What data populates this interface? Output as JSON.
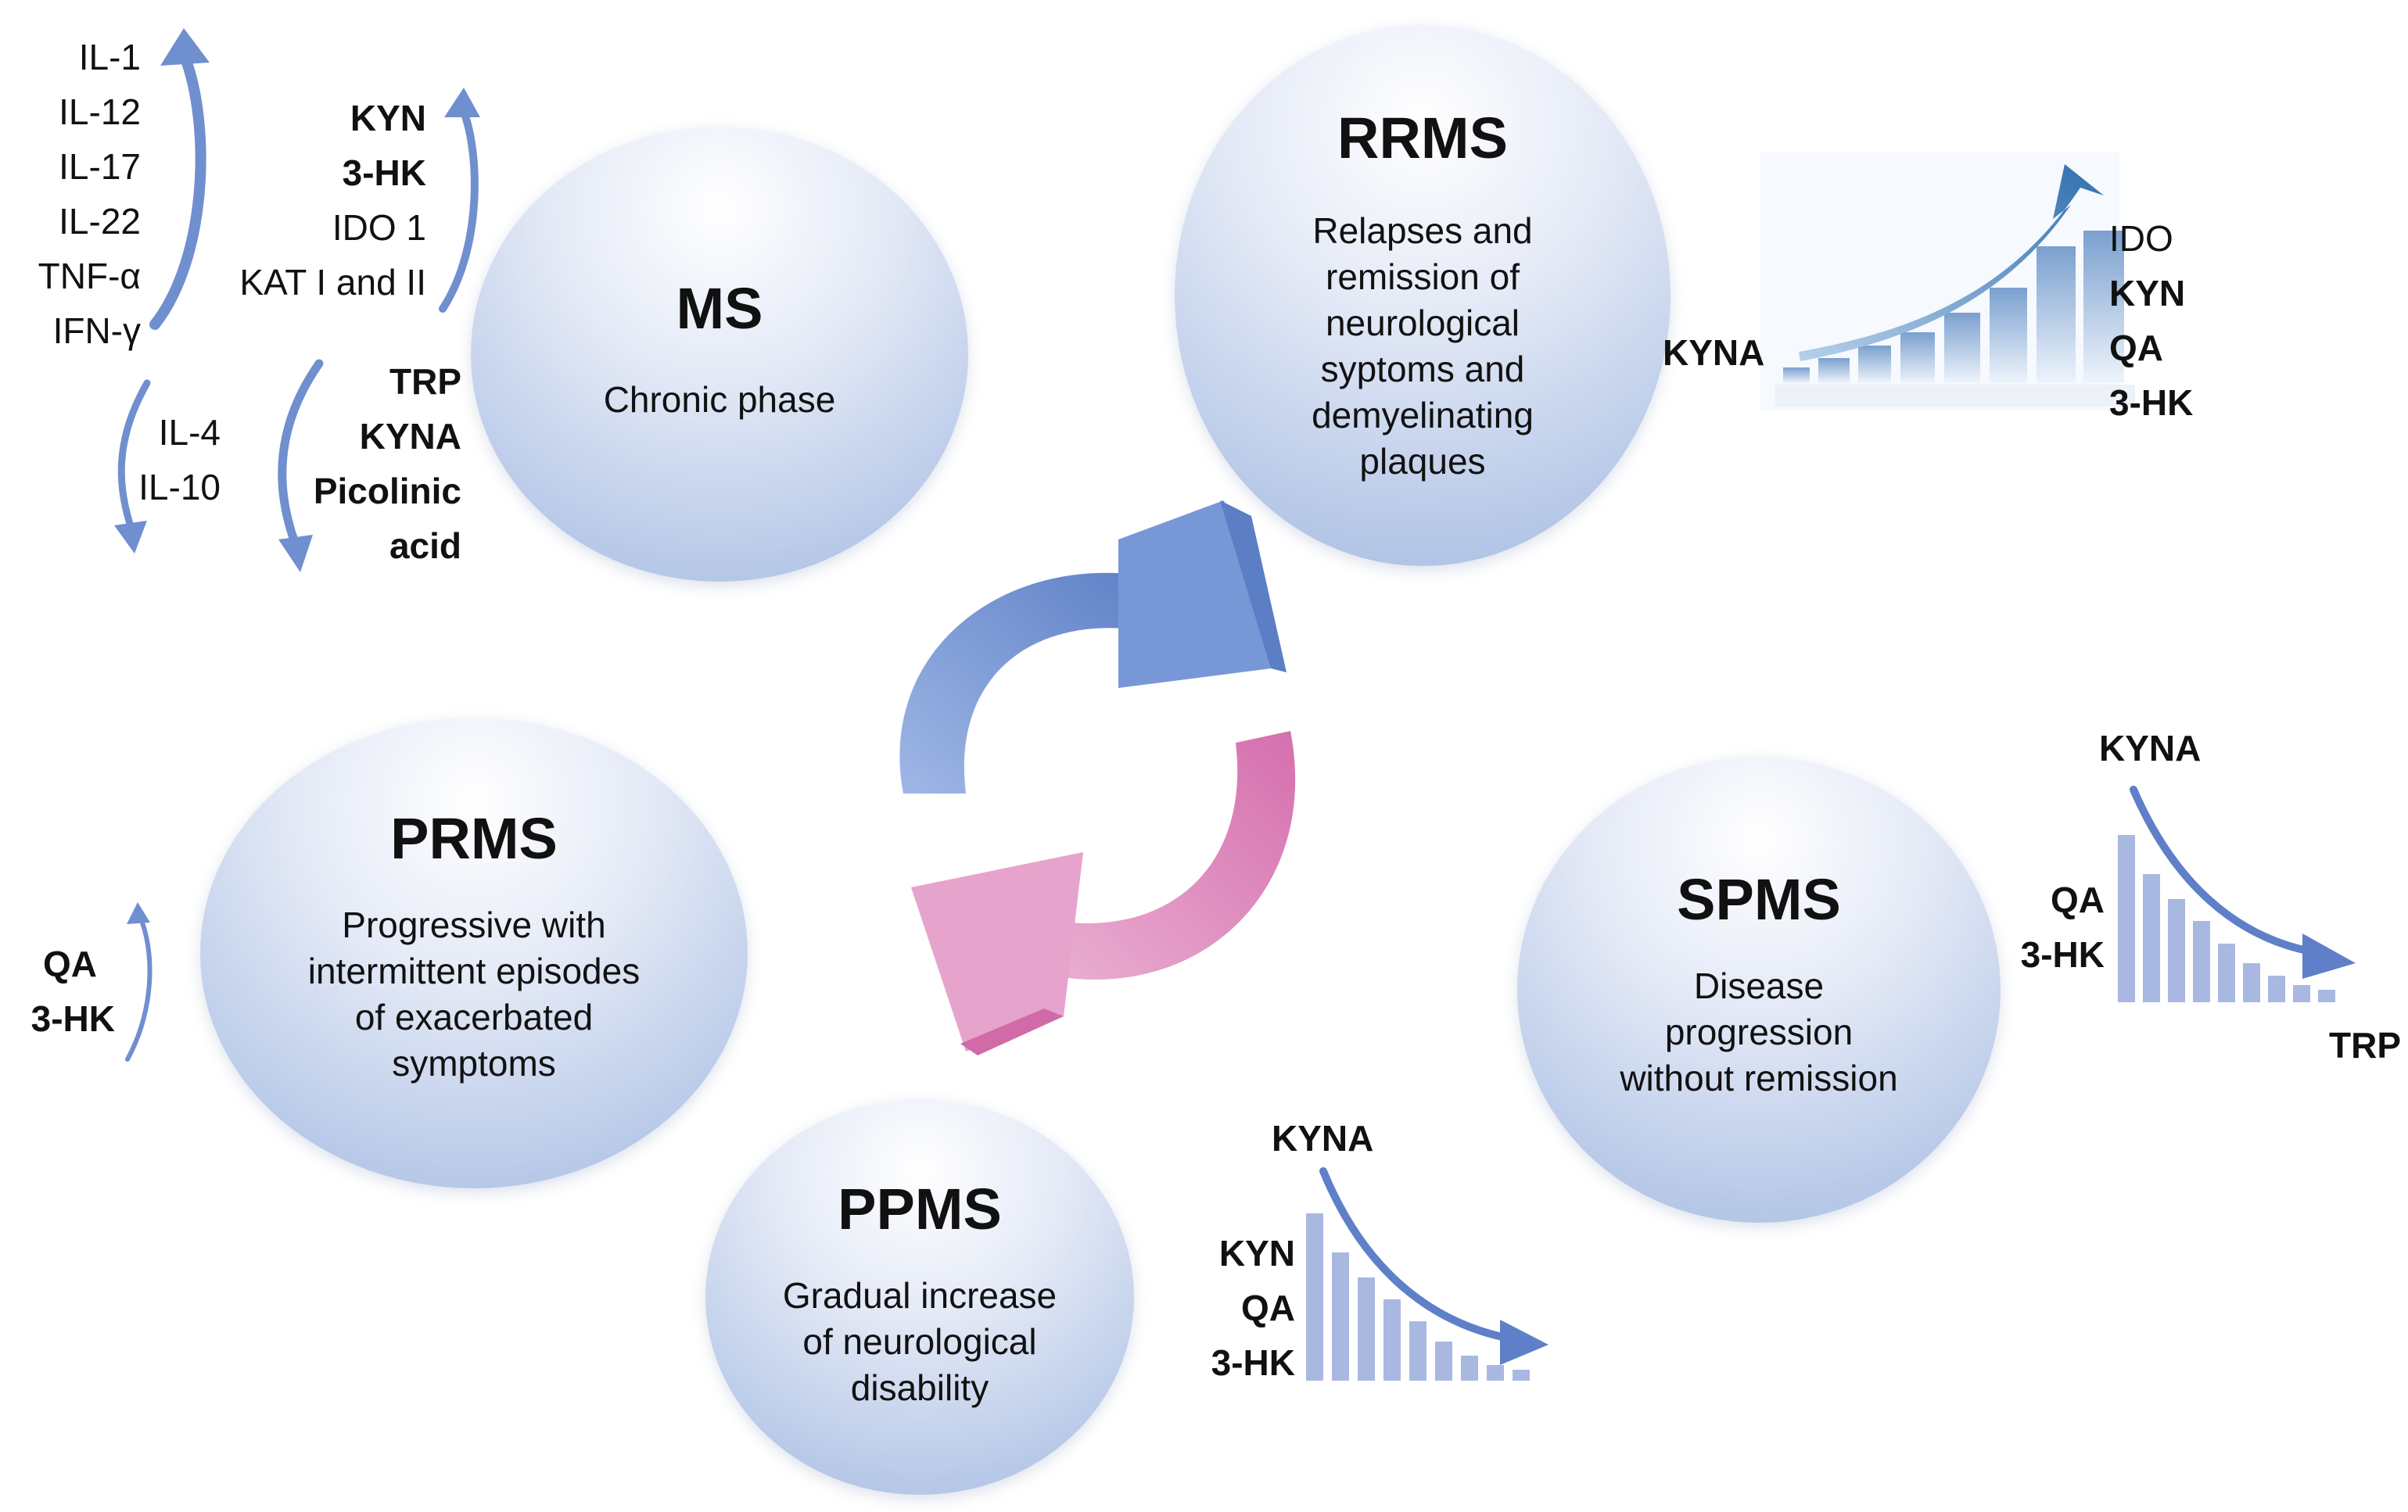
{
  "center": {
    "ms": {
      "title": "MS",
      "desc": "Chronic phase"
    },
    "rrms": {
      "title": "RRMS",
      "desc": "Relapses and\nremission of\nneurological\nsyptoms and\ndemyelinating\nplaques"
    },
    "prms": {
      "title": "PRMS",
      "desc": "Progressive with\nintermittent episodes\nof exacerbated\nsymptoms"
    },
    "spms": {
      "title": "SPMS",
      "desc": "Disease\nprogression\nwithout remission"
    },
    "ppms": {
      "title": "PPMS",
      "desc": "Gradual increase\nof neurological\ndisability"
    }
  },
  "ms_markers": {
    "cytokines_up": [
      "IL-1",
      "IL-12",
      "IL-17",
      "IL-22",
      "TNF-α",
      "IFN-γ"
    ],
    "cytokines_down": [
      "IL-4",
      "IL-10"
    ],
    "metabolites_up": [
      "KYN",
      "3-HK",
      "IDO 1",
      "KAT I and II"
    ],
    "metabolites_down": [
      "TRP",
      "KYNA",
      "Picolinic",
      "acid"
    ]
  },
  "rrms_markers": {
    "left": "KYNA",
    "right": [
      "IDO",
      "KYN",
      "QA",
      "3-HK"
    ]
  },
  "prms_markers": [
    "QA",
    "3-HK"
  ],
  "spms_markers": {
    "top": "KYNA",
    "left": [
      "QA",
      "3-HK"
    ],
    "end": "TRP"
  },
  "ppms_markers": {
    "top": "KYNA",
    "left": [
      "KYN",
      "QA",
      "3-HK"
    ]
  },
  "colors": {
    "blue_arrow": "#6f8fcf",
    "pink_arrow": "#e08fbd",
    "bar": "#a9b8e0",
    "circle_edge": "#a9bde3"
  }
}
